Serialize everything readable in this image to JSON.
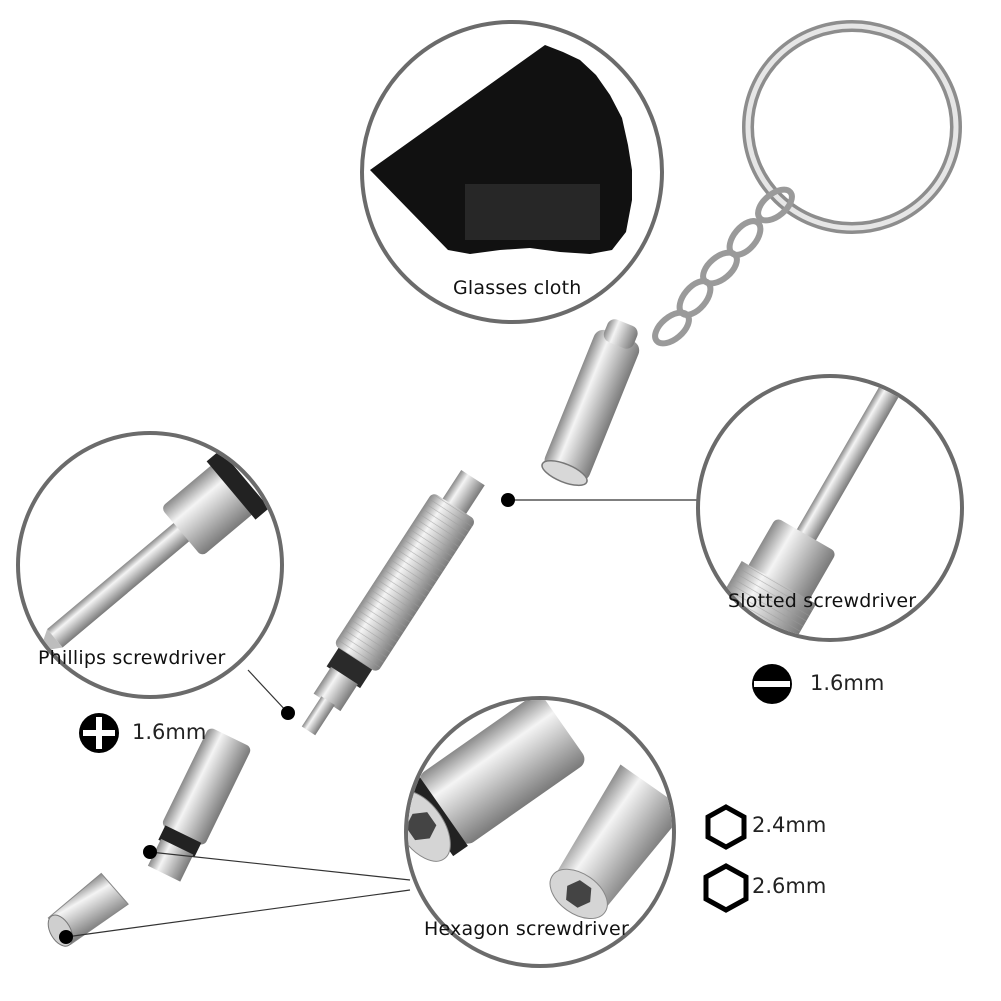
{
  "labels": {
    "glasses_cloth": "Glasses cloth",
    "slotted": "Slotted screwdriver",
    "phillips": "Phillips screwdriver",
    "hexagon": "Hexagon screwdriver"
  },
  "sizes": {
    "slotted": "1.6mm",
    "phillips": "1.6mm",
    "hex_small": "2.4mm",
    "hex_large": "2.6mm"
  },
  "icons": {
    "slotted": "slotted-head-icon",
    "phillips": "phillips-head-icon",
    "hex": "hexagon-icon"
  },
  "colors": {
    "circle_border": "#6b6b6b",
    "metal_light": "#eeeeee",
    "metal_dark": "#8e8e8e",
    "cloth": "#111111",
    "icon": "#000000"
  }
}
